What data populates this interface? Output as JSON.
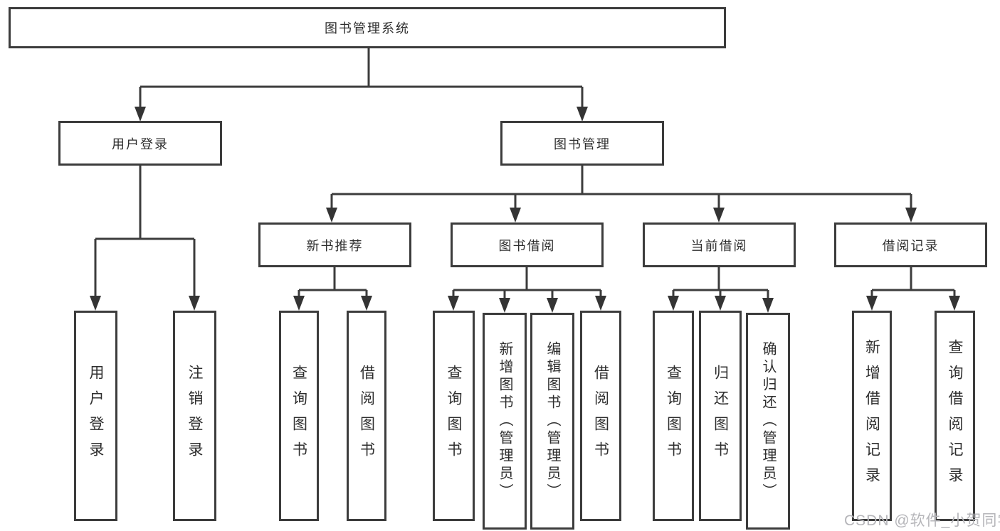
{
  "colors": {
    "background": "#ffffff",
    "box_border": "#3c3c3c",
    "connector_line": "#3c3c3c",
    "text": "#2e2e2e",
    "watermark": "#b5b5b9"
  },
  "watermark": "CSDN @软件_小贺同学",
  "tree": {
    "root": {
      "label": "图书管理系统",
      "children": [
        {
          "label": "用户登录",
          "children": [
            {
              "label": "用户登录"
            },
            {
              "label": "注销登录"
            }
          ]
        },
        {
          "label": "图书管理",
          "children": [
            {
              "label": "新书推荐",
              "children": [
                {
                  "label": "查询图书"
                },
                {
                  "label": "借阅图书"
                }
              ]
            },
            {
              "label": "图书借阅",
              "children": [
                {
                  "label": "查询图书"
                },
                {
                  "label": "新增图书（管理员）"
                },
                {
                  "label": "编辑图书（管理员）"
                },
                {
                  "label": "借阅图书"
                }
              ]
            },
            {
              "label": "当前借阅",
              "children": [
                {
                  "label": "查询图书"
                },
                {
                  "label": "归还图书"
                },
                {
                  "label": "确认归还（管理员）"
                }
              ]
            },
            {
              "label": "借阅记录",
              "children": [
                {
                  "label": "新增借阅记录"
                },
                {
                  "label": "查询借阅记录"
                }
              ]
            }
          ]
        }
      ]
    }
  }
}
